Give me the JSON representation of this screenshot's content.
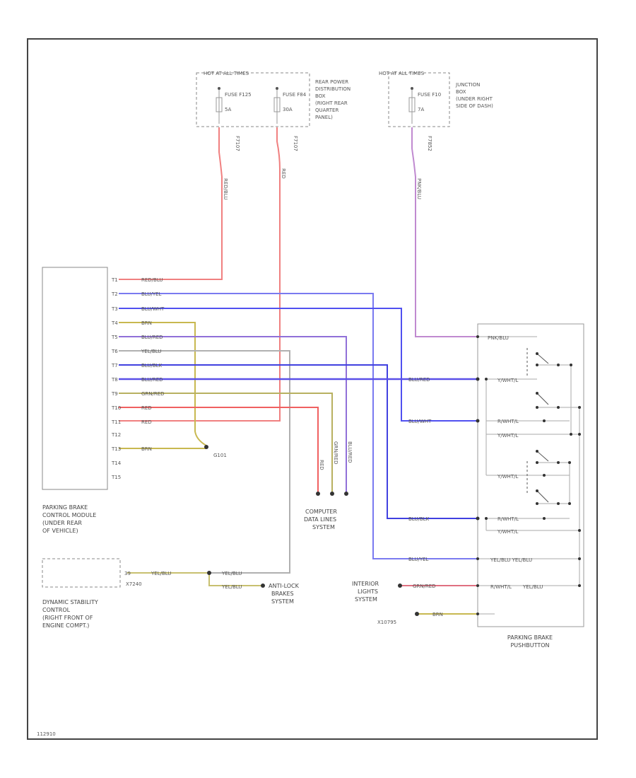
{
  "diagram_id": "112910",
  "fuse_boxes": [
    {
      "header": "HOT AT ALL TIMES",
      "fuses": [
        {
          "name": "FUSE F125",
          "rating": "5A",
          "wire": "F7107"
        },
        {
          "name": "FUSE F84",
          "rating": "30A",
          "wire": "F7107"
        }
      ],
      "location": [
        "REAR POWER",
        "DISTRIBUTION",
        "BOX",
        "(RIGHT REAR",
        "QUARTER",
        "PANEL)"
      ]
    },
    {
      "header": "HOT AT ALL TIMES",
      "fuses": [
        {
          "name": "FUSE F10",
          "rating": "7A",
          "wire": "F7852"
        }
      ],
      "location": [
        "JUNCTION",
        "BOX",
        "(UNDER RIGHT",
        "SIDE OF DASH)"
      ]
    }
  ],
  "module": {
    "pins": [
      "T1",
      "T2",
      "T3",
      "T4",
      "T5",
      "T6",
      "T7",
      "T8",
      "T9",
      "T10",
      "T11",
      "T12",
      "T13",
      "T14",
      "T15"
    ],
    "wire_labels": [
      "RED/BLU",
      "BLU/YEL",
      "BLU/WHT",
      "BRN",
      "BLU/RED",
      "YEL/BLU",
      "BLU/BLK",
      "BLU/RED",
      "GRN/RED",
      "RED",
      "RED",
      "BRN"
    ],
    "label": [
      "PARKING BRAKE",
      "CONTROL MODULE",
      "(UNDER REAR",
      "OF VEHICLE)"
    ]
  },
  "vertical_labels": [
    "RED/BLU",
    "RED",
    "PNK/BLU"
  ],
  "ground_g101": "G101",
  "computer_data_lines": {
    "wire_labels": [
      "RED",
      "GRN/RED",
      "BLU/RED"
    ],
    "label": [
      "COMPUTER",
      "DATA LINES",
      "SYSTEM"
    ]
  },
  "dsc": {
    "label": [
      "DYNAMIC STABILITY",
      "CONTROL",
      "(RIGHT FRONT OF",
      "ENGINE COMPT.)"
    ],
    "pin": "39",
    "connector": "X7240",
    "wires": [
      "YEL/BLU",
      "YEL/BLU",
      "YEL/BLU"
    ]
  },
  "abs_label": [
    "ANTI-LOCK",
    "BRAKES",
    "SYSTEM"
  ],
  "interior_lights": {
    "label": [
      "INTERIOR",
      "LIGHTS",
      "SYSTEM"
    ],
    "wire": "GRN/RED"
  },
  "ground_lower": "X10795",
  "pushbutton": {
    "label": [
      "PARKING BRAKE",
      "PUSHBUTTON"
    ],
    "wire_labels": [
      "BLU/RED",
      "BLU/WHT",
      "BLU/BLK",
      "BLU/YEL",
      "BRN"
    ],
    "internal_labels": [
      "PNK/BLU",
      "Y/WHT/L",
      "R/WHT/L",
      "Y/WHT/L",
      "Y/WHT/L",
      "R/WHT/L",
      "Y/WHT/L",
      "R/WHT/L",
      "YEL/BLU  YEL/BLU",
      "YEL/BLU"
    ]
  }
}
